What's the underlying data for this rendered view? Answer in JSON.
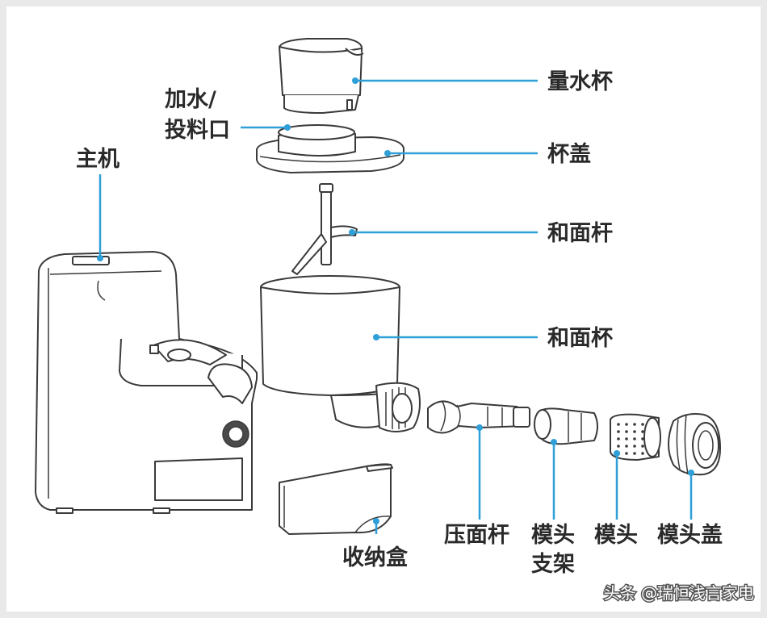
{
  "labels": {
    "main_unit": "主机",
    "feed_inlet_line1": "加水/",
    "feed_inlet_line2": "投料口",
    "measuring_cup": "量水杯",
    "cup_lid": "杯盖",
    "kneading_rod": "和面杆",
    "kneading_cup": "和面杯",
    "press_rod": "压面杆",
    "die_holder_line1": "模头",
    "die_holder_line2": "支架",
    "die": "模头",
    "die_cap": "模头盖",
    "storage_box": "收纳盒"
  },
  "watermark": "头条 @瑞恒浅言家电",
  "colors": {
    "leader_line": "#2f9fd8",
    "label_text": "#2a2a2a",
    "outline": "#3a3a3a",
    "background": "#ffffff"
  }
}
